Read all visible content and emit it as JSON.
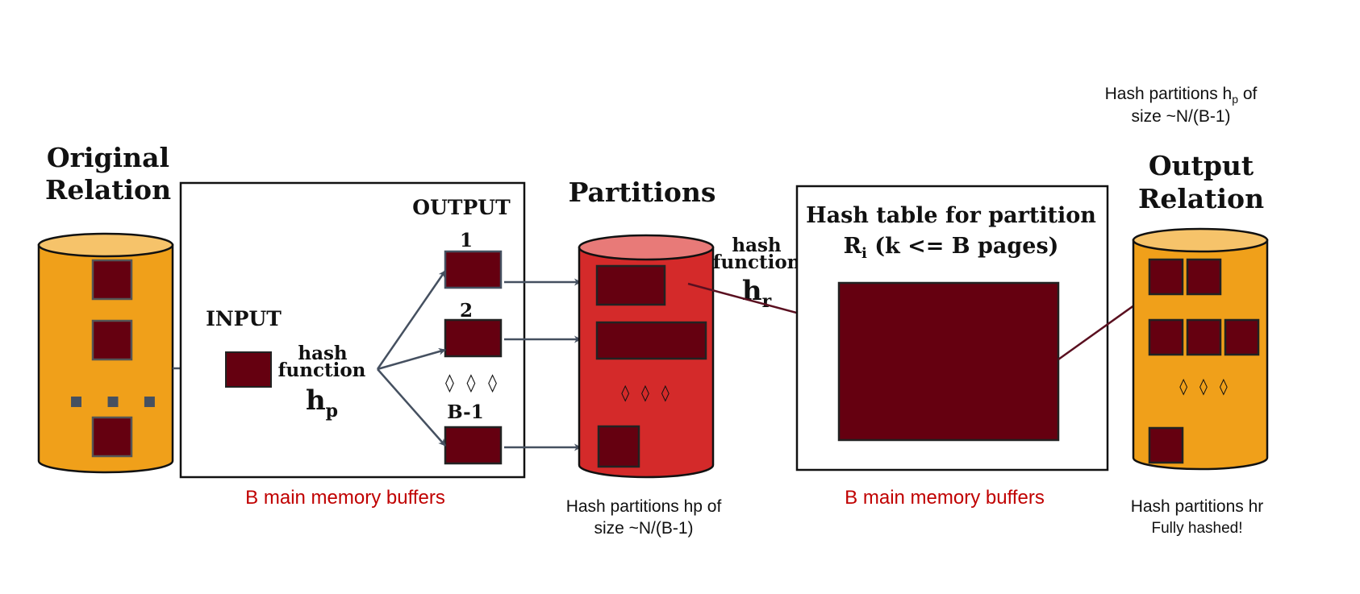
{
  "colors": {
    "orange_drum": "#f0a01a",
    "orange_drum_top": "#f6c36a",
    "red_drum": "#d42a2a",
    "red_drum_top": "#e87a78",
    "block": "#650010",
    "arrow_blue": "#455060",
    "arrow_maroon": "#5a1020",
    "caption_red": "#c00000"
  },
  "titles": {
    "original_line1": "Original",
    "original_line2": "Relation",
    "partitions": "Partitions",
    "output_line1": "Output",
    "output_line2": "Relation"
  },
  "memory1": {
    "input_label": "INPUT",
    "output_label": "OUTPUT",
    "buffer1_label": "1",
    "buffer2_label": "2",
    "bufferlast_label": "B-1",
    "hash_word": "hash",
    "function_word": "function",
    "h_main": "h",
    "h_sub": "p",
    "caption": "B main memory buffers"
  },
  "hash_r": {
    "hash_word": "hash",
    "function_word": "function",
    "h_main": "h",
    "h_sub": "r"
  },
  "memory2": {
    "title_line1": "Hash table for partition",
    "r_main": "R",
    "r_sub": "i",
    "title_line2_rest": " (k <= B  pages)",
    "caption": "B main memory buffers"
  },
  "captions": {
    "partitions_line1": "Hash partitions hp of",
    "partitions_line2": "size ~N/(B-1)",
    "top_right_line1_pre": "Hash partitions h",
    "top_right_line1_sub": "p",
    "top_right_line1_post": " of",
    "top_right_line2": "size ~N/(B-1)",
    "output_line1": "Hash partitions hr",
    "output_line2": "Fully hashed!"
  },
  "ellipsis": {
    "original_dots": "■ ■ ■",
    "diamonds": "◊ ◊ ◊"
  }
}
